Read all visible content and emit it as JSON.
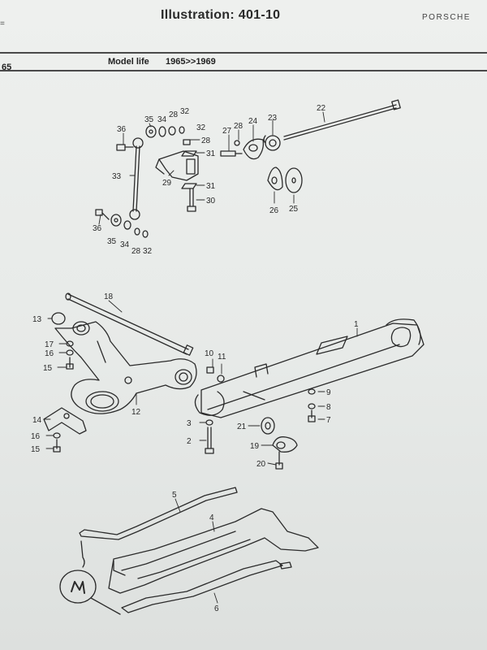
{
  "header": {
    "title": "Illustration: 401-10",
    "brand": "PORSCHE",
    "page_number": "65",
    "model_label": "Model life",
    "model_value": "1965>>1969",
    "menu_mark": "="
  },
  "diagram": {
    "part_labels": [
      "1",
      "2",
      "3",
      "4",
      "5",
      "6",
      "7",
      "8",
      "9",
      "10",
      "11",
      "12",
      "13",
      "14",
      "15",
      "16",
      "17",
      "18",
      "19",
      "20",
      "21",
      "22",
      "23",
      "24",
      "25",
      "26",
      "27",
      "28",
      "29",
      "30",
      "31",
      "32",
      "33",
      "34",
      "35",
      "36"
    ]
  }
}
